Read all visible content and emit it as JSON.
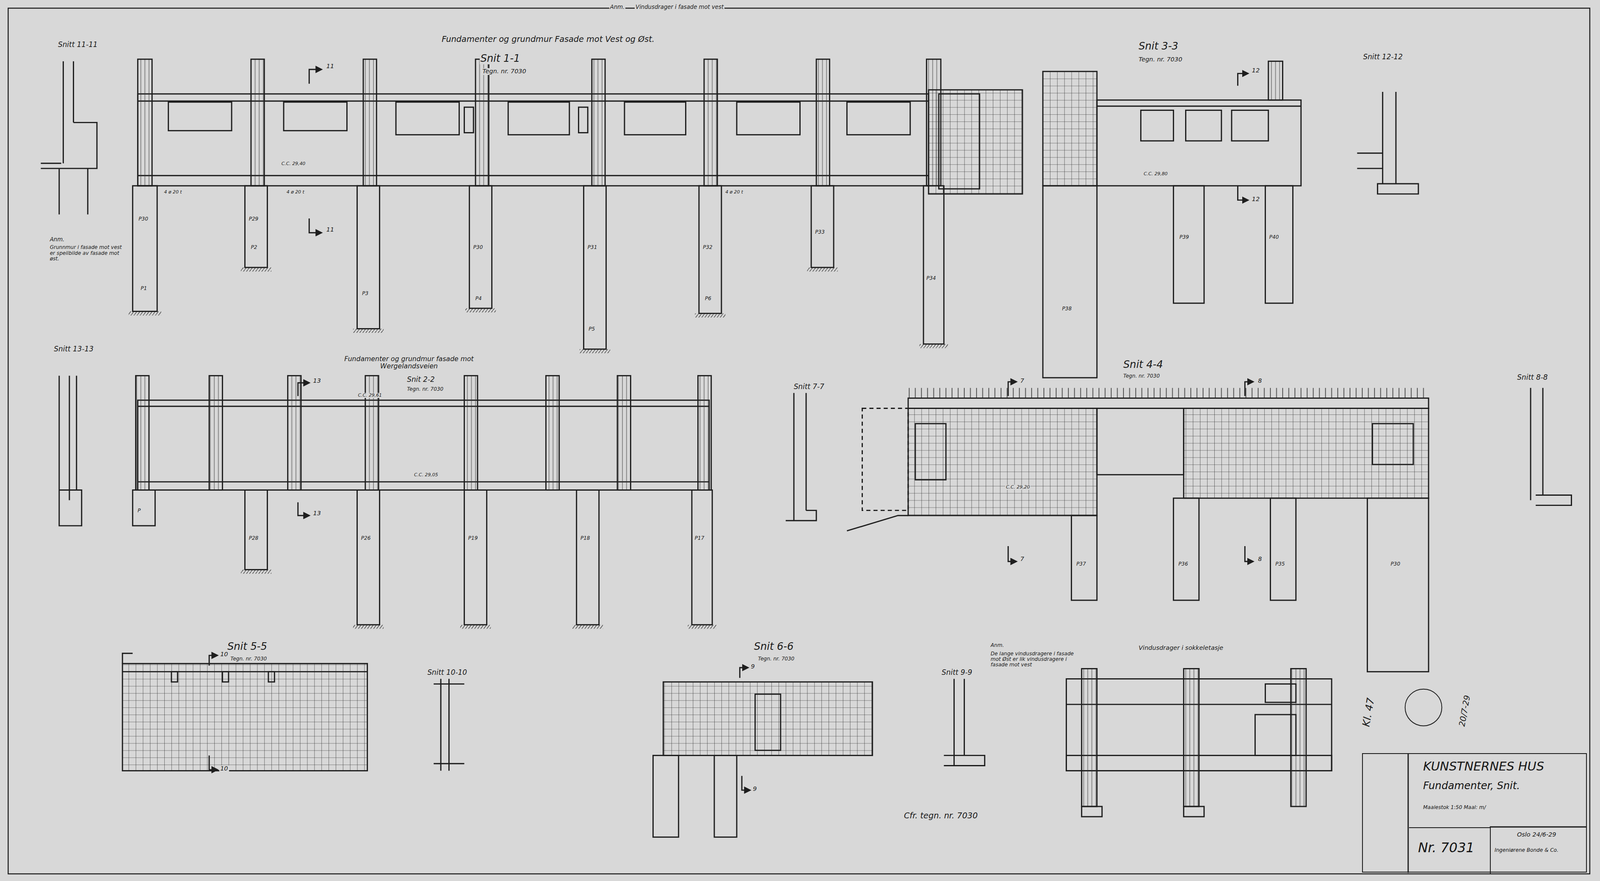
{
  "diagram": {
    "nodes": [
      {
        "text": [
          "KUNSTNERNES HUS",
          "Fundamenter, Snit.",
          "Maalestok 1:50 Maal: m/",
          "Oslo 24/6-29",
          "Ingeniørene Bonde & Co."
        ]
      },
      {
        "text": [
          "Nr. 7031"
        ],
        "in": 0
      }
    ],
    "labels": [
      "Anm.",
      "Vindusdrager i fasade mot vest",
      "Snitt 11-11",
      "Fundamenter og grundmur Fasade mot Vest og Øst.",
      "Snit 1-1",
      "Tegn. nr. 7030",
      "11",
      "Snit 3-3",
      "Tegn. nr. 7030",
      "12",
      "Snitt 12-12",
      "C.C. 29,40",
      "C.C. 29,80",
      "4 ø 20 t",
      "4 ø 20 t",
      "4 ø 20 t",
      "P30",
      "P1",
      "P29",
      "P2",
      "P3",
      "P30",
      "P4",
      "P31",
      "P5",
      "P32",
      "P6",
      "P33",
      "P34",
      "11",
      "Anm.",
      "Grunnmur i fasade mot vest er speilbilde av fasade mot øst.",
      "P38",
      "P39",
      "P40",
      "12",
      "Snitt 13-13",
      "Fundamenter og grundmur fasade mot Wergelandsveien",
      "Snit 2-2",
      "Tegn. nr. 7030",
      "13",
      "C.C. 29,61",
      "C.C. 29,05",
      "P",
      "P28",
      "P26",
      "P19",
      "P18",
      "P17",
      "13",
      "Snitt 7-7",
      "7",
      "Snit 4-4",
      "Tegn. nr. 7030",
      "8",
      "Snitt 8-8",
      "C.C. 29,20",
      "P37",
      "P36",
      "P35",
      "P30",
      "7",
      "8",
      "Snit 5-5",
      "Tegn. nr. 7030",
      "10",
      "Snitt 10-10",
      "Snit 6-6",
      "Tegn. nr. 7030",
      "9",
      "Snitt 9-9",
      "Anm.",
      "De lange vindusdragere i fasade mot Øst er lik vindusdragere i fasade mot vest",
      "Vindusdrager i sokkeletasje",
      "Kl. 47",
      "20/7-29",
      "10",
      "9",
      "Cfr. tegn. nr. 7030"
    ]
  }
}
